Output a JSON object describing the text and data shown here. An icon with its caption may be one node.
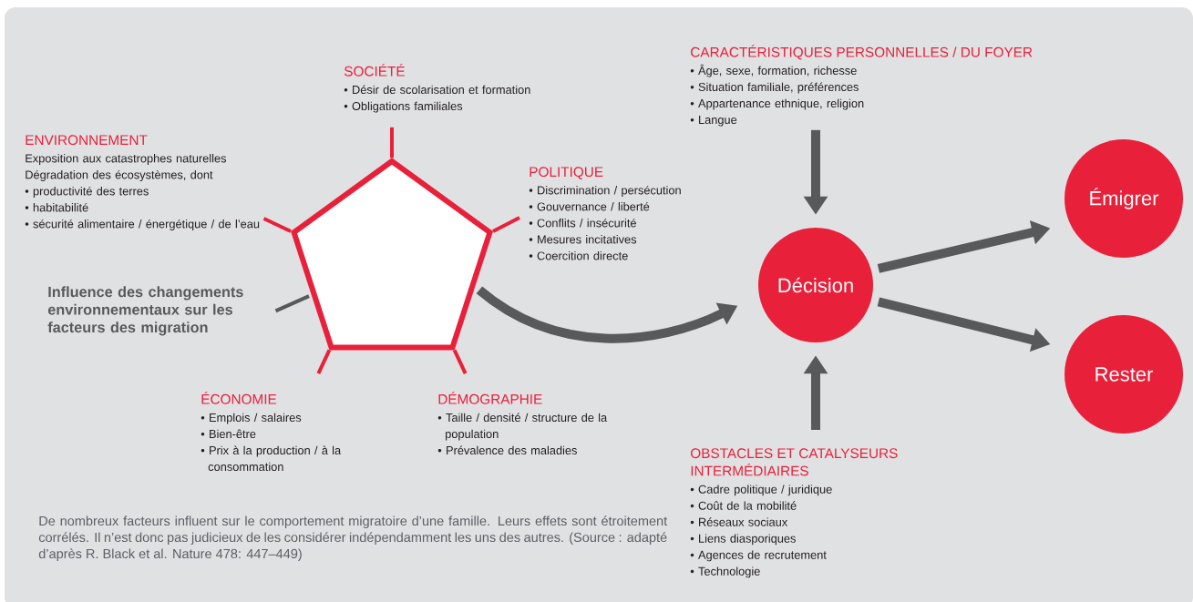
{
  "diagram": {
    "caption": "De nombreux facteurs influent sur le comportement migratoire d’une famille. Leurs effets sont étroitement corrélés. Il n’est donc pas judicieux de les considérer indépendamment les uns des autres. (Source : adapté d’après R. Black et al. Nature 478: 447–449)",
    "nodes": [
      {
        "text": [],
        "shape": "pentagon"
      },
      {
        "text": [
          "SOCIÉTÉ",
          "• Désir de scolarisation et formation",
          "• Obligations familiales"
        ]
      },
      {
        "text": [
          "ENVIRONNEMENT",
          "Exposition aux catastrophes naturelles",
          "Dégradation des écosystèmes, dont",
          "• productivité des terres",
          "• habitabilité",
          "• sécurité alimentaire / énergétique / de l’eau"
        ]
      },
      {
        "text": [
          "POLITIQUE",
          "• Discrimination / persécution",
          "• Gouvernance / liberté",
          "• Conflits / insécurité",
          "• Mesures incitatives",
          "• Coercition directe"
        ]
      },
      {
        "text": [
          "ÉCONOMIE",
          "• Emplois / salaires",
          "• Bien-être",
          "• Prix à la production / à la consommation"
        ]
      },
      {
        "text": [
          "DÉMOGRAPHIE",
          "• Taille / densité / structure de la population",
          "• Prévalence des maladies"
        ]
      },
      {
        "text": [
          "Influence des changements environnementaux sur les facteurs des migration"
        ]
      },
      {
        "text": [
          "Décision"
        ]
      },
      {
        "text": [
          "CARACTÉRISTIQUES PERSONNELLES / DU FOYER",
          "• Âge, sexe, formation, richesse",
          "• Situation familiale, préférences",
          "• Appartenance ethnique, religion",
          "• Langue"
        ]
      },
      {
        "text": [
          "OBSTACLES ET CATALYSEURS INTERMÉDIAIRES",
          "• Cadre politique / juridique",
          "• Coût de la mobilité",
          "• Réseaux sociaux",
          "• Liens diasporiques",
          "• Agences de recrutement",
          "• Technologie"
        ]
      },
      {
        "text": [
          "Émigrer"
        ]
      },
      {
        "text": [
          "Rester"
        ]
      }
    ],
    "edges": [
      {
        "from": 1,
        "to": 0,
        "arrow": "none",
        "color": "#e8203a"
      },
      {
        "from": 2,
        "to": 0,
        "arrow": "none",
        "color": "#e8203a"
      },
      {
        "from": 3,
        "to": 0,
        "arrow": "none",
        "color": "#e8203a"
      },
      {
        "from": 4,
        "to": 0,
        "arrow": "none",
        "color": "#e8203a"
      },
      {
        "from": 5,
        "to": 0,
        "arrow": "none",
        "color": "#e8203a"
      },
      {
        "from": 6,
        "to": 0,
        "arrow": "none"
      },
      {
        "from": 0,
        "to": 7,
        "arrow": "to",
        "style": "thick"
      },
      {
        "from": 8,
        "to": 7,
        "arrow": "to",
        "style": "thick"
      },
      {
        "from": 9,
        "to": 7,
        "arrow": "to",
        "style": "thick"
      },
      {
        "from": 7,
        "to": 10,
        "arrow": "to",
        "style": "thick"
      },
      {
        "from": 7,
        "to": 11,
        "arrow": "to",
        "style": "thick"
      }
    ]
  }
}
